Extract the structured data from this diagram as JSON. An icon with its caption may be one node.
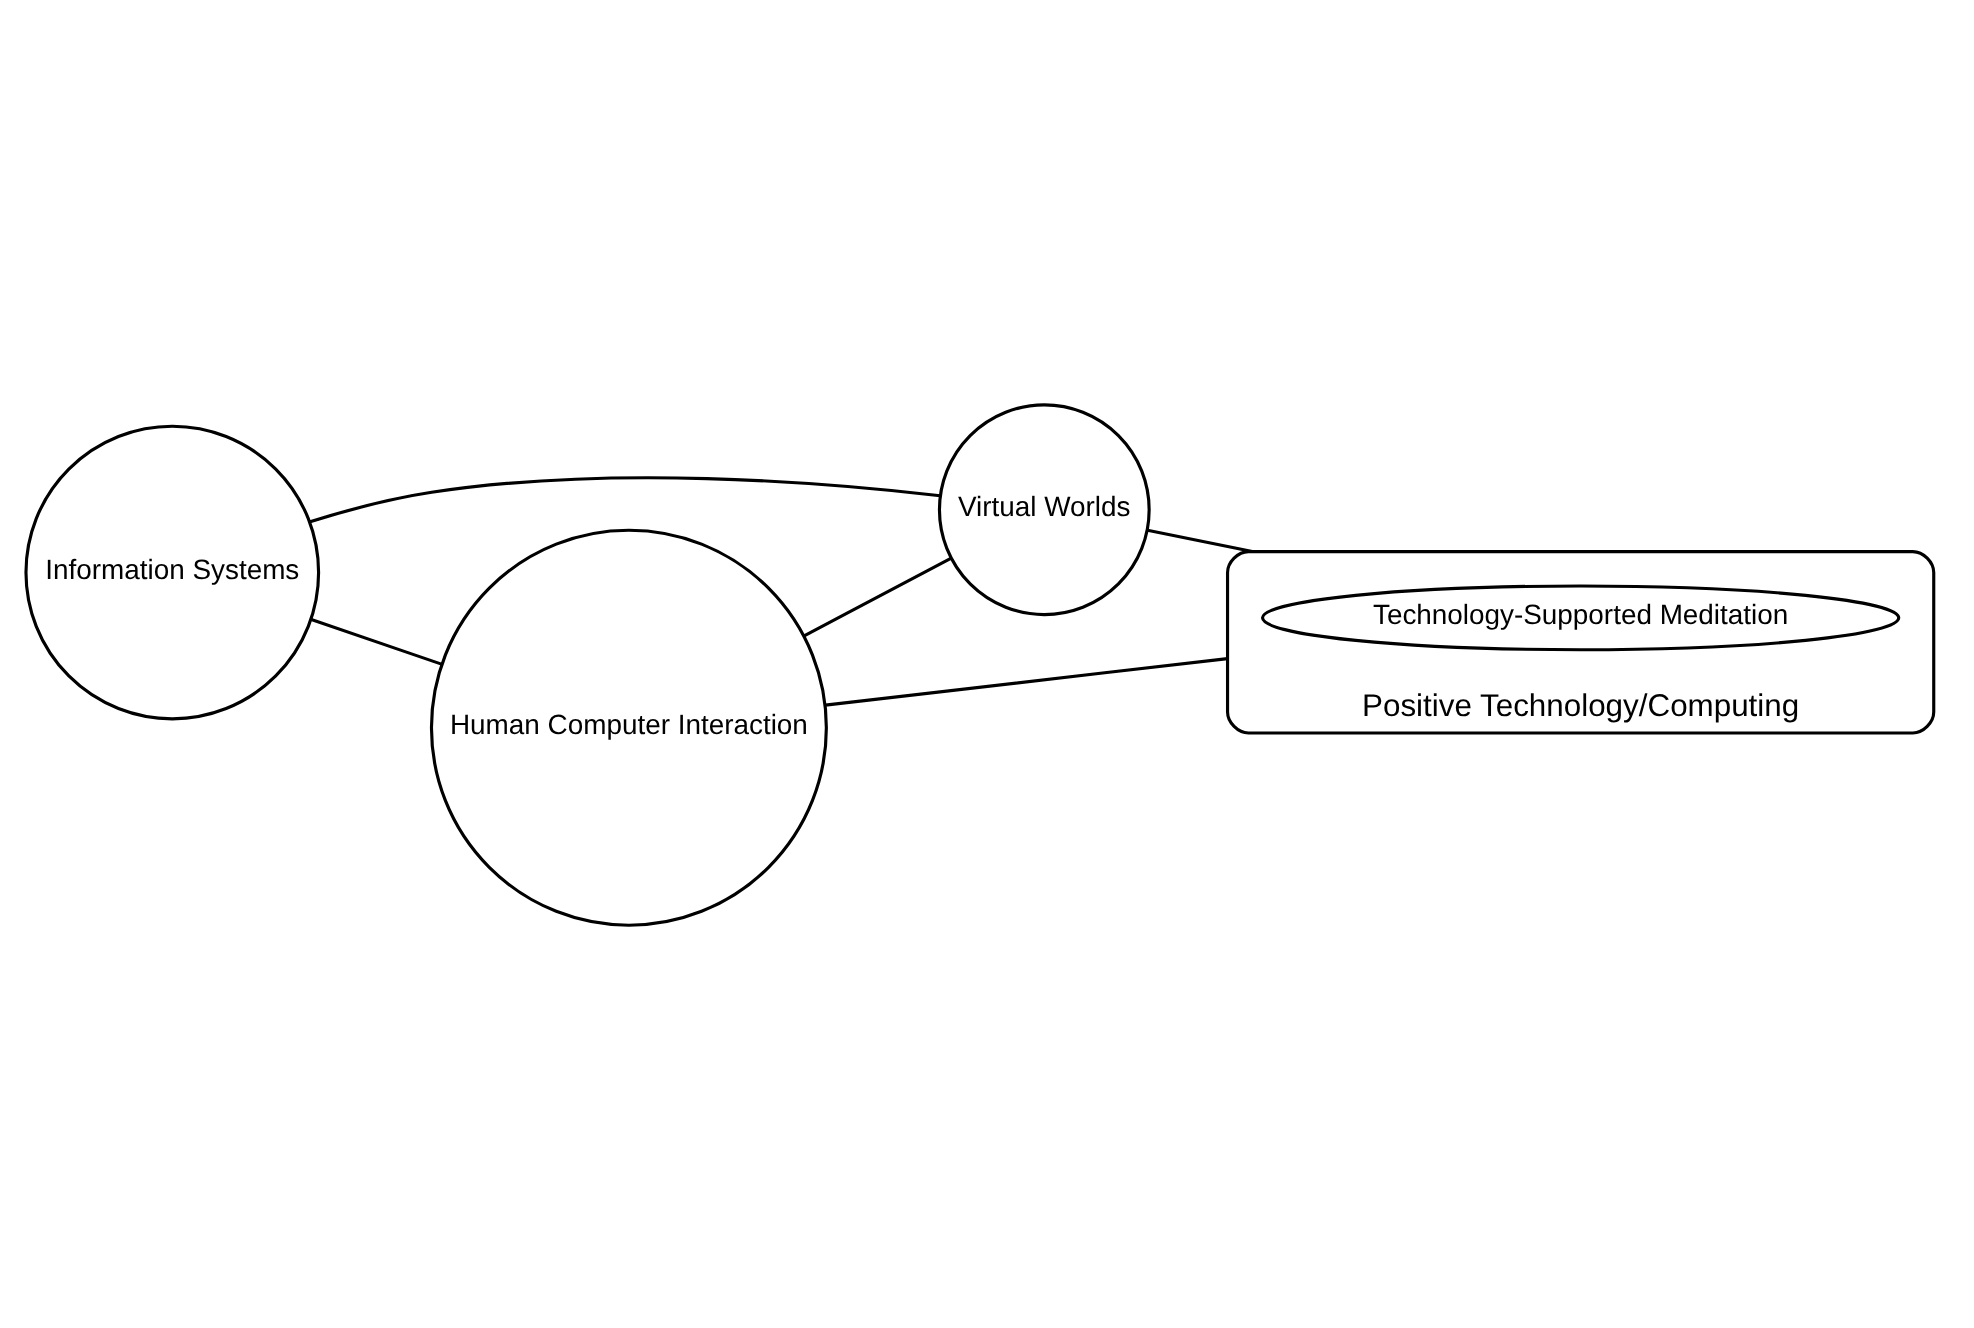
{
  "diagram": {
    "nodes": [
      {
        "text": [
          "Human Computer Interaction"
        ]
      },
      {
        "text": [
          "Information Systems"
        ]
      },
      {
        "text": [
          "Virtual Worlds"
        ]
      },
      {
        "text": [
          "Positive Technology/Computing"
        ]
      },
      {
        "text": [
          "Technology-Supported Meditation"
        ],
        "in": 3
      }
    ],
    "edges": [
      {
        "from": 1,
        "to": 0,
        "arrow": "none"
      },
      {
        "from": 0,
        "to": 3,
        "arrow": "none"
      },
      {
        "from": 0,
        "to": 2,
        "arrow": "none"
      },
      {
        "from": 1,
        "to": 2,
        "arrow": "none"
      },
      {
        "from": 2,
        "to": 3,
        "arrow": "none"
      }
    ]
  }
}
